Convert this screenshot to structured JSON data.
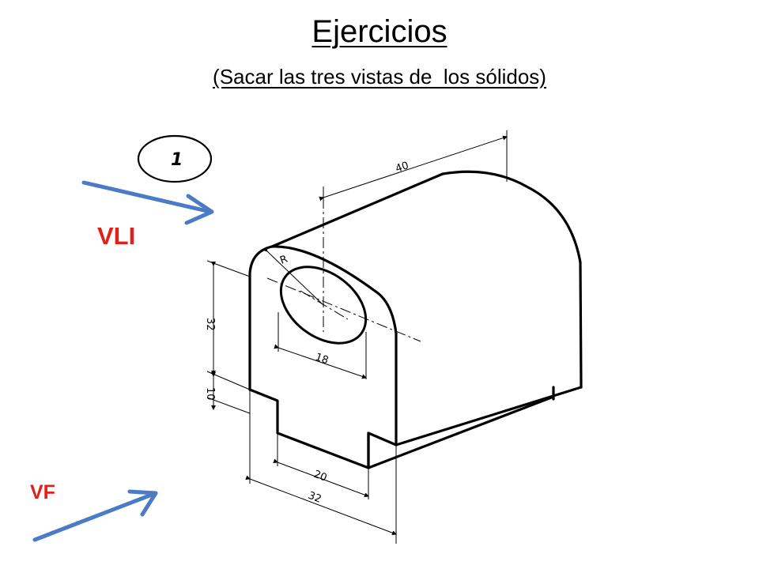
{
  "slide": {
    "title": "Ejercicios",
    "subtitle": "(Sacar las tres vistas de  los sólidos)"
  },
  "exercise": {
    "number": "1"
  },
  "view_labels": {
    "left": "VLI",
    "front": "VF"
  },
  "dimensions": {
    "length": "40",
    "radius": "R",
    "height_upper": "32",
    "height_lower": "10",
    "hole_diameter": "18",
    "notch_width": "20",
    "total_width": "32"
  },
  "colors": {
    "arrow": "#4a7bc4",
    "label": "#e0211b",
    "line": "#000000"
  },
  "icons": {
    "view_arrow": "arrow-right-icon"
  }
}
